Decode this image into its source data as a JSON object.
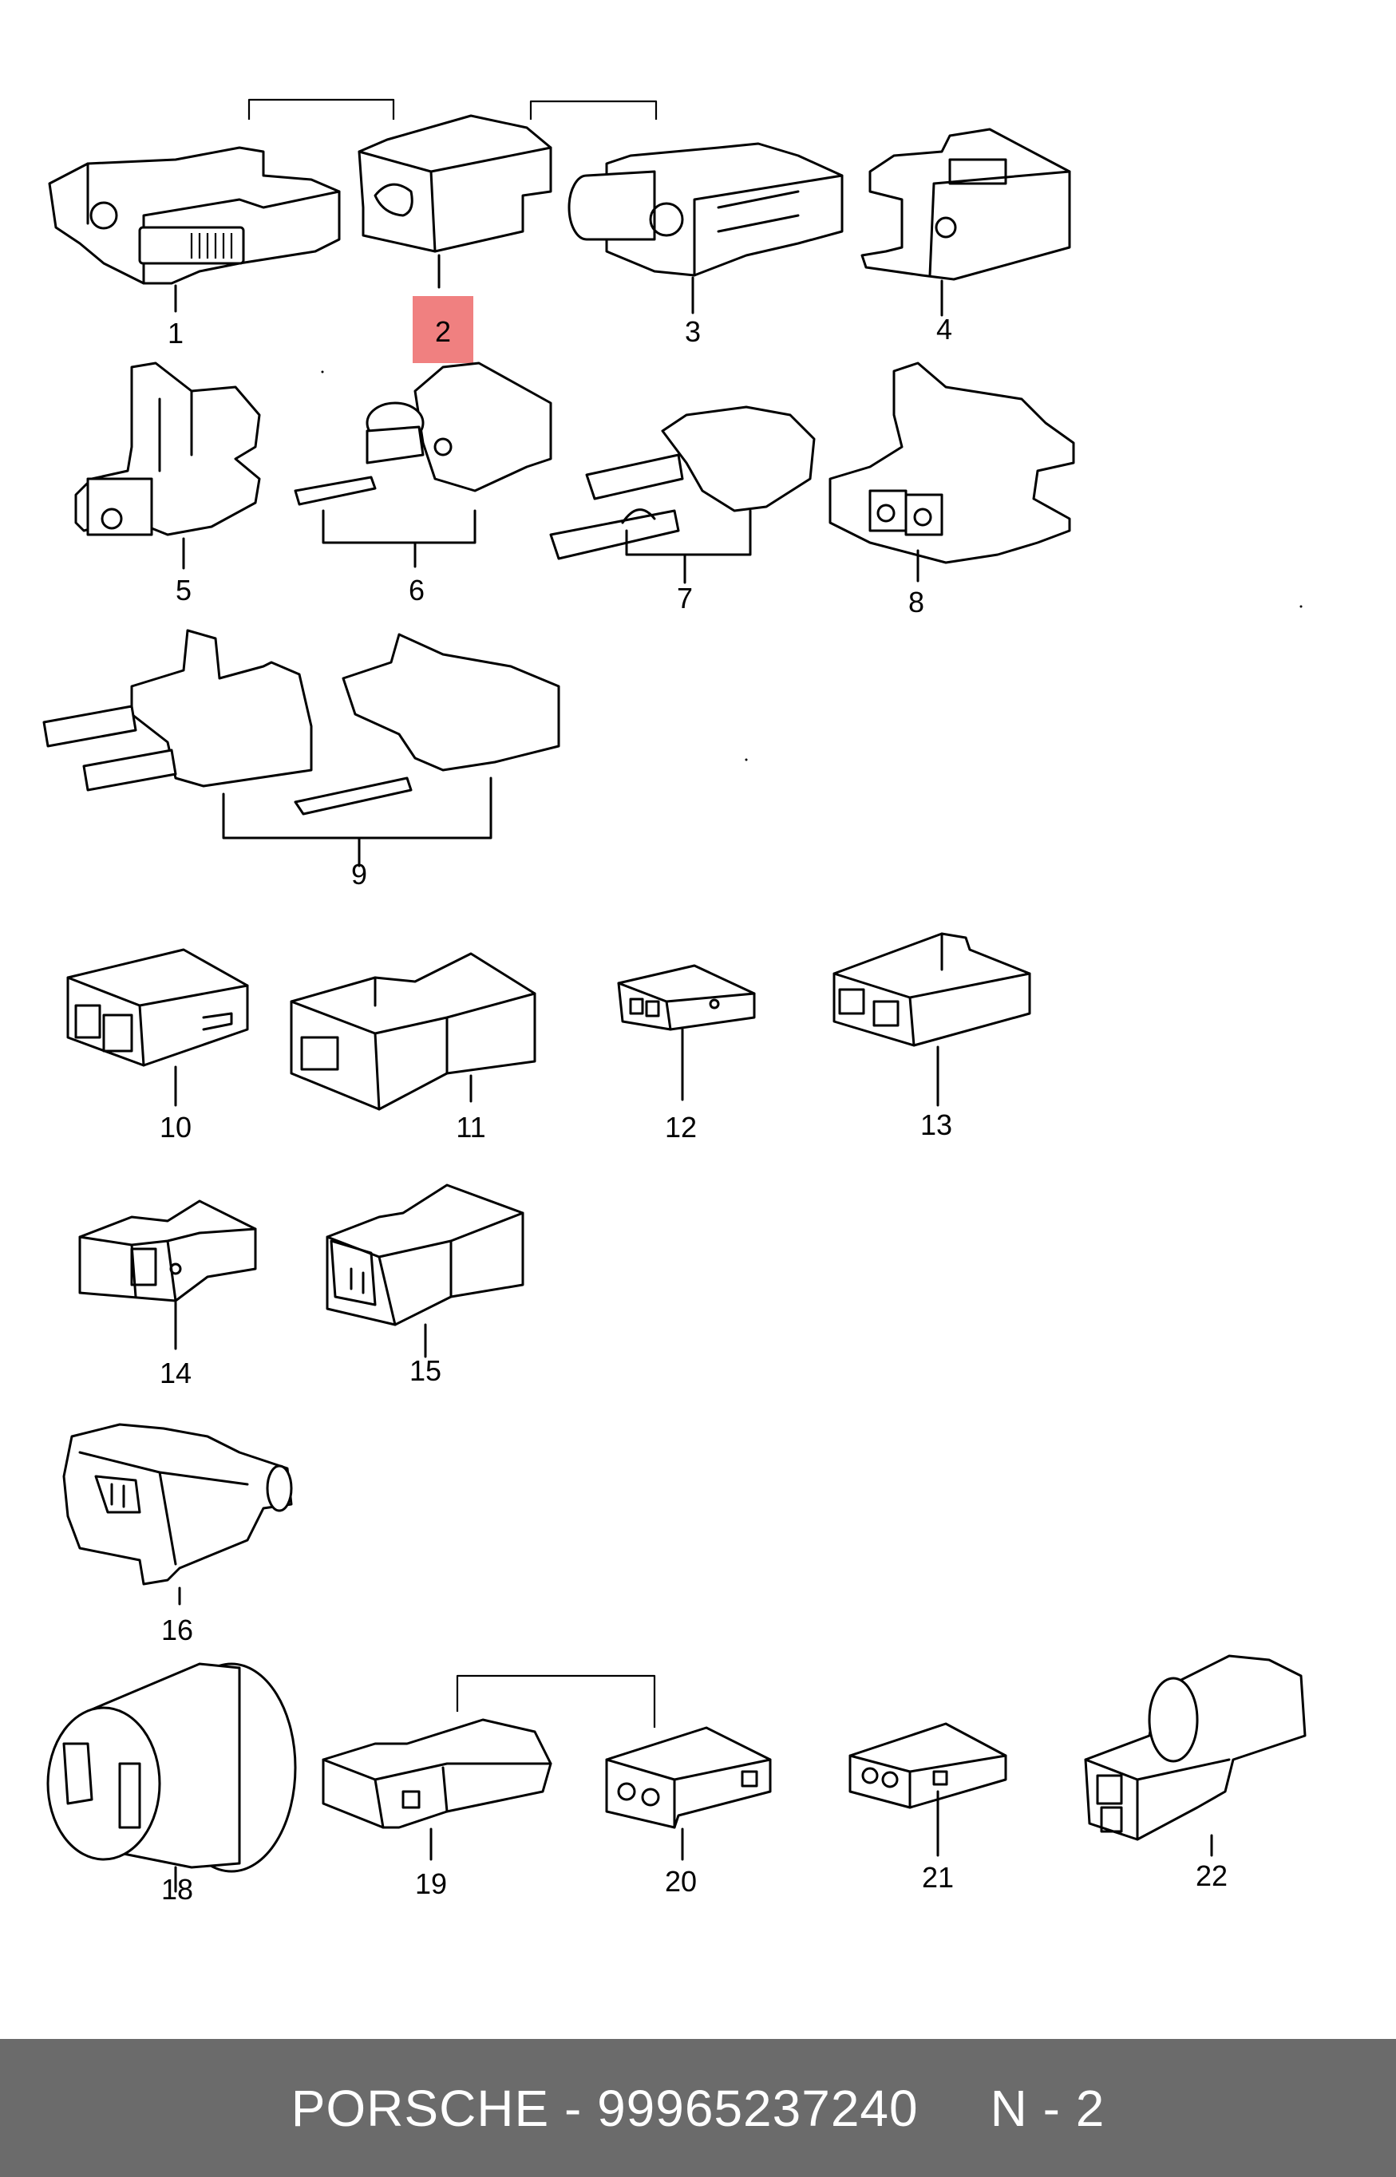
{
  "parts": [
    {
      "id": "part-1",
      "label": "1"
    },
    {
      "id": "part-2",
      "label": "2",
      "highlighted": true
    },
    {
      "id": "part-3",
      "label": "3"
    },
    {
      "id": "part-4",
      "label": "4"
    },
    {
      "id": "part-5",
      "label": "5"
    },
    {
      "id": "part-6",
      "label": "6"
    },
    {
      "id": "part-7",
      "label": "7"
    },
    {
      "id": "part-8",
      "label": "8"
    },
    {
      "id": "part-9",
      "label": "9"
    },
    {
      "id": "part-10",
      "label": "10"
    },
    {
      "id": "part-11",
      "label": "11"
    },
    {
      "id": "part-12",
      "label": "12"
    },
    {
      "id": "part-13",
      "label": "13"
    },
    {
      "id": "part-14",
      "label": "14"
    },
    {
      "id": "part-15",
      "label": "15"
    },
    {
      "id": "part-16",
      "label": "16"
    },
    {
      "id": "part-18",
      "label": "18"
    },
    {
      "id": "part-19",
      "label": "19"
    },
    {
      "id": "part-20",
      "label": "20"
    },
    {
      "id": "part-21",
      "label": "21"
    },
    {
      "id": "part-22",
      "label": "22"
    }
  ],
  "highlight_color": "#f08080",
  "footer": {
    "brand_part": "PORSCHE - 99965237240",
    "page_ref": "N - 2",
    "background": "#6b6b6b"
  }
}
